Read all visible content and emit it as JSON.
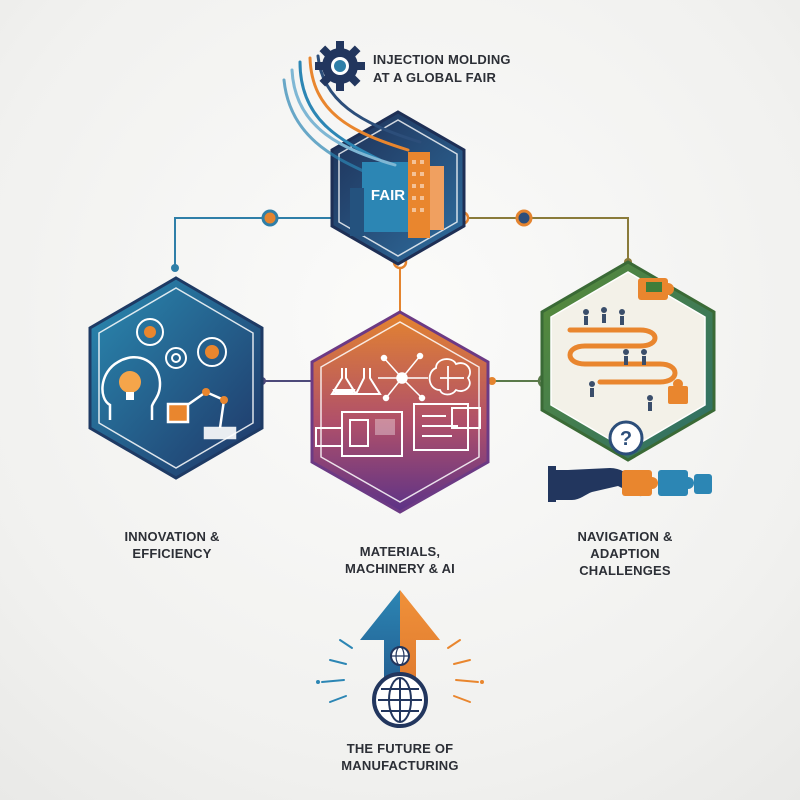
{
  "title": {
    "line1": "INJECTION MOLDING",
    "line2": "AT A GLOBAL FAIR"
  },
  "center_badge": "FAIR",
  "nodes": [
    {
      "line1": "INNOVATION &",
      "line2": "EFFICIENCY"
    },
    {
      "line1": "MATERIALS,",
      "line2": "MACHINERY & AI"
    },
    {
      "line1": "NAVIGATION &",
      "line2": "ADAPTION",
      "line3": "CHALLENGES"
    }
  ],
  "footer": {
    "line1": "THE FUTURE OF",
    "line2": "MANUFACTURING"
  },
  "colors": {
    "navy": "#1f3f6b",
    "blue": "#2f7fa8",
    "orange": "#e9862e",
    "purple": "#6e3f86",
    "green": "#3f7d3a",
    "gray": "#6b6f74"
  },
  "icons": [
    "gear-icon",
    "lightbulb-head-icon",
    "robot-arm-icon",
    "flask-icon",
    "brain-icon",
    "network-icon",
    "machine-icon",
    "maze-icon",
    "puzzle-icon",
    "hand-icon",
    "question-icon",
    "globe-icon",
    "arrow-up-icon",
    "building-icon"
  ]
}
